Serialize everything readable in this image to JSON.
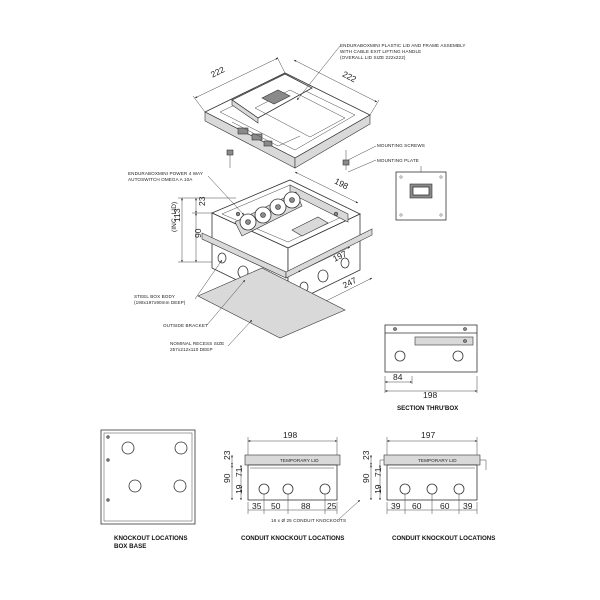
{
  "iso_view": {
    "lid_dims": [
      "222",
      "222"
    ],
    "box_dims": {
      "width": "198",
      "depth": "197",
      "bracket": "247",
      "height_top": "23",
      "height_body": "90",
      "height_total": "113",
      "height_total_note": "(INC. LID)"
    }
  },
  "callouts": {
    "lid_assembly": [
      "ENDURABOXMINI PLASTIC LID AND FRAME ASSEMBLY",
      "WITH CABLE EXIT LIFTING HANDLE",
      "(OVERALL LID SIZE 222x222)"
    ],
    "mounting_screws": "MOUNTING SCREWS",
    "mounting_plate": "MOUNTING PLATE",
    "power_outlet": [
      "ENDURABOXMINI POWER 4 WAY",
      "AUTOSWITCH OMEGA A 10A"
    ],
    "steel_box": [
      "STEEL BOX BODY",
      "(198x197x90mm DEEP)"
    ],
    "outside_bracket": "OUTSIDE BRACKET",
    "recess": [
      "NOMINAL RECESS SIZE",
      "257x212x110 DEEP"
    ],
    "knockouts_note": "16 x Ø 25 CONDUIT KNOCKOUTS"
  },
  "section_view": {
    "dims": [
      "84",
      "198"
    ],
    "caption": "SECTION THRU'BOX"
  },
  "knockout_base": {
    "caption": [
      "KNOCKOUT LOCATIONS",
      "BOX BASE"
    ]
  },
  "conduit_view_1": {
    "caption": "CONDUIT KNOCKOUT LOCATIONS",
    "lid_label": "TEMPORARY LID",
    "overall": "198",
    "vertical": [
      "23",
      "90",
      "71",
      "19"
    ],
    "horizontal": [
      "35",
      "50",
      "88",
      "25"
    ]
  },
  "conduit_view_2": {
    "caption": "CONDUIT KNOCKOUT LOCATIONS",
    "lid_label": "TEMPORARY LID",
    "overall": "197",
    "vertical": [
      "23",
      "90",
      "71",
      "19"
    ],
    "horizontal": [
      "39",
      "60",
      "60",
      "39"
    ]
  }
}
